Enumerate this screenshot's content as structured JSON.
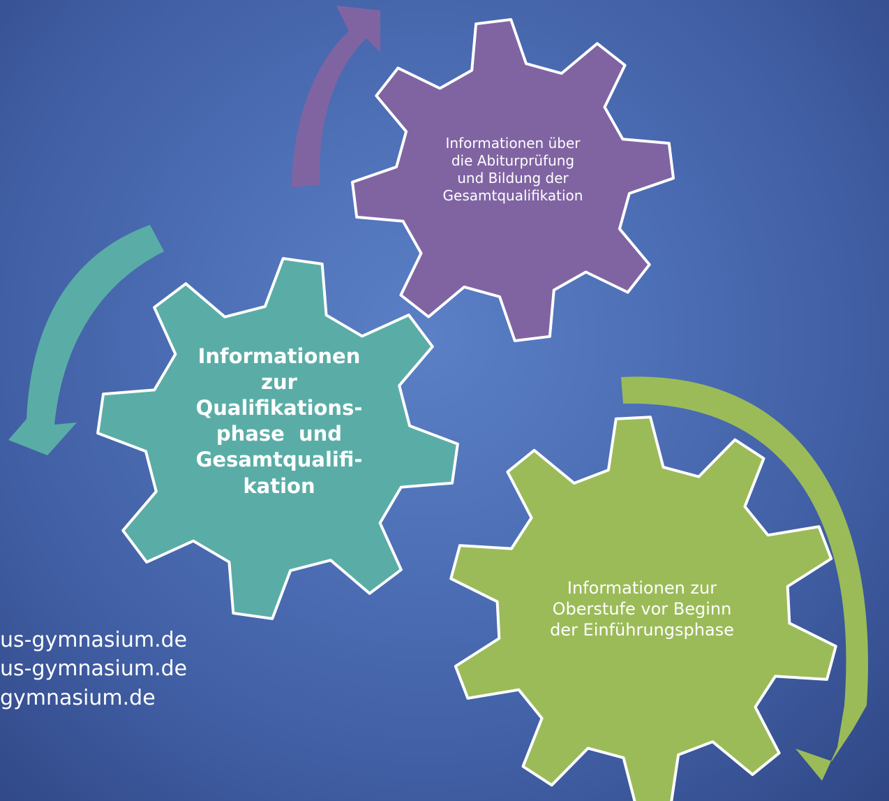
{
  "colors": {
    "background": "#4d6fb6",
    "purple": "#8064a2",
    "teal": "#5aada6",
    "green": "#9bbb59",
    "outline": "#ffffff",
    "text": "#ffffff"
  },
  "gears": {
    "purple": {
      "lines": [
        "Informationen über",
        "die Abiturprüfung",
        "und Bildung der",
        "Gesamtqualifikation"
      ]
    },
    "teal": {
      "lines": [
        "Informationen",
        "zur",
        "Qualifikations-",
        "phase  und",
        "Gesamtqualifi-",
        "kation"
      ]
    },
    "green": {
      "lines": [
        "Informationen zur",
        "Oberstufe vor Beginn",
        "der Einführungsphase"
      ]
    }
  },
  "contact": {
    "lines": [
      "us-gymnasium.de",
      "us-gymnasium.de",
      "gymnasium.de"
    ]
  }
}
